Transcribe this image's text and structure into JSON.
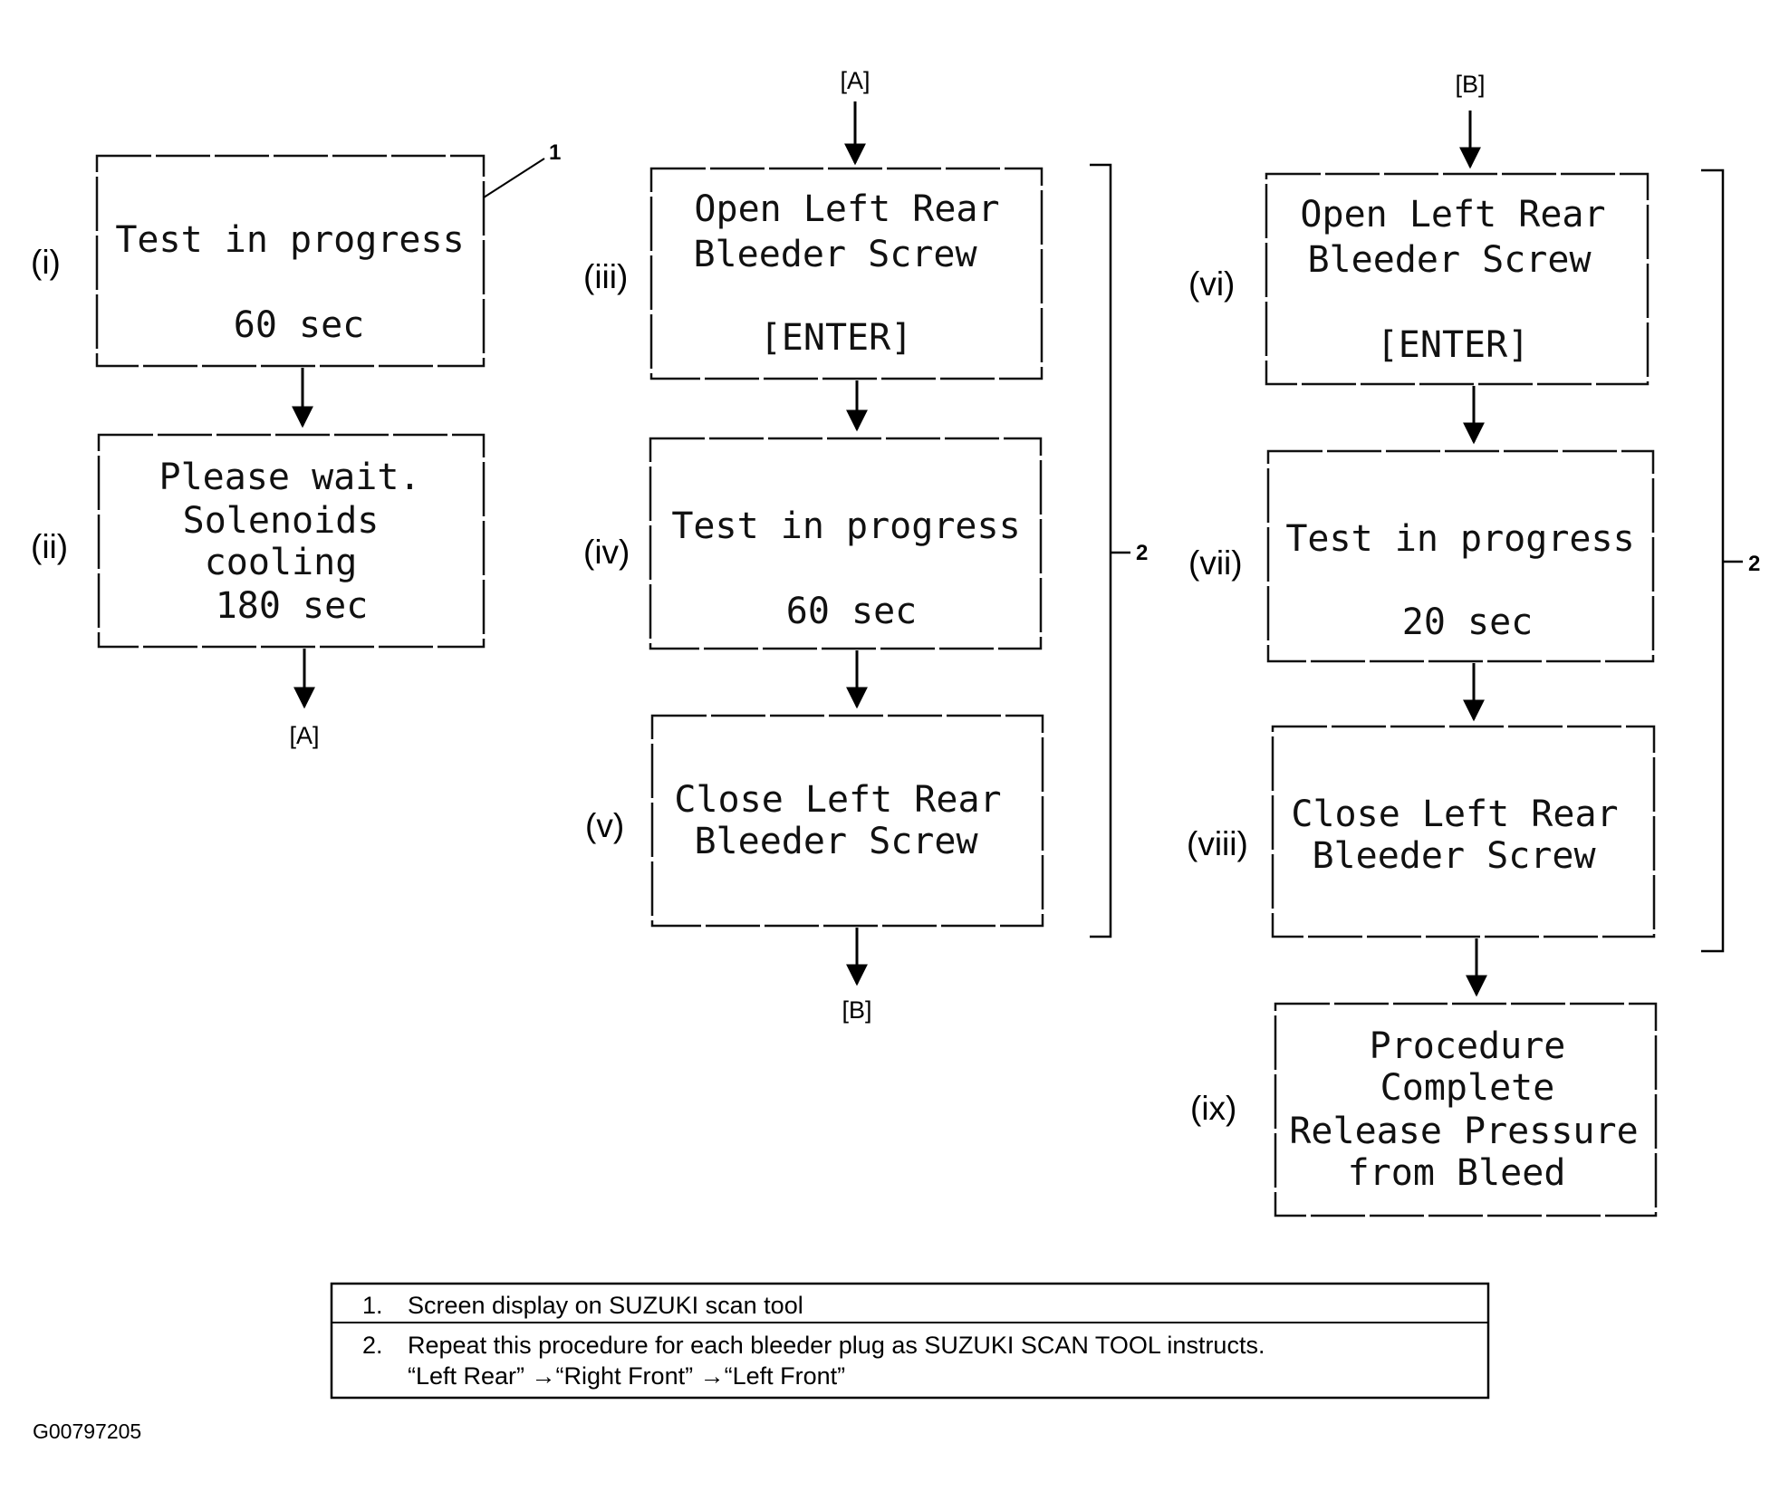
{
  "callouts": {
    "screen": "1",
    "repeat": "2"
  },
  "connectors": {
    "a": "[A]",
    "b": "[B]"
  },
  "screens": [
    {
      "id": "i",
      "step": "(i)",
      "lines": [
        "Test in progress",
        "",
        "60 sec"
      ]
    },
    {
      "id": "ii",
      "step": "(ii)",
      "lines": [
        "Please wait.",
        "Solenoids",
        "cooling",
        "180 sec"
      ]
    },
    {
      "id": "iii",
      "step": "(iii)",
      "lines": [
        "Open Left Rear",
        "Bleeder Screw",
        "",
        "[ENTER]"
      ]
    },
    {
      "id": "iv",
      "step": "(iv)",
      "lines": [
        "Test in progress",
        "",
        "60 sec"
      ]
    },
    {
      "id": "v",
      "step": "(v)",
      "lines": [
        "Close Left Rear",
        "Bleeder Screw"
      ]
    },
    {
      "id": "vi",
      "step": "(vi)",
      "lines": [
        "Open Left Rear",
        "Bleeder Screw",
        "",
        "[ENTER]"
      ]
    },
    {
      "id": "vii",
      "step": "(vii)",
      "lines": [
        "Test in progress",
        "",
        "20 sec"
      ]
    },
    {
      "id": "viii",
      "step": "(viii)",
      "lines": [
        "Close Left Rear",
        "Bleeder Screw"
      ]
    },
    {
      "id": "ix",
      "step": "(ix)",
      "lines": [
        "Procedure",
        "Complete",
        "Release Pressure",
        "from Bleed"
      ]
    }
  ],
  "legend": [
    {
      "num": "1.",
      "lines": [
        "Screen display on SUZUKI scan tool"
      ]
    },
    {
      "num": "2.",
      "lines": [
        "Repeat this procedure for each bleeder plug as SUZUKI SCAN TOOL instructs.",
        "“Left Rear” →“Right Front” →“Left Front”"
      ]
    }
  ],
  "figure_id": "G00797205"
}
